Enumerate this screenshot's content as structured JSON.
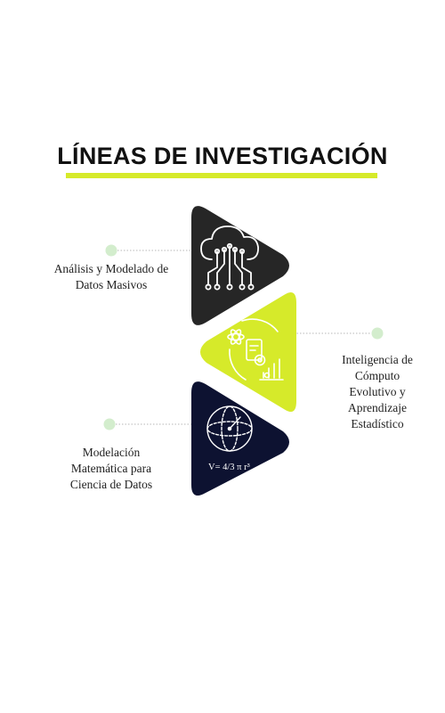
{
  "title": "LÍNEAS DE INVESTIGACIÓN",
  "colors": {
    "accent": "#d6ea2a",
    "dark": "#262626",
    "navy": "#0d1231",
    "dot": "#d3edcd",
    "line": "#b7b7b7",
    "text": "#222222"
  },
  "items": [
    {
      "label": "Análisis y Modelado de Datos Masivos",
      "icon": "cloud-network-icon",
      "color": "#262626"
    },
    {
      "label": "Inteligencia de Cómputo Evolutivo y Aprendizaje Estadístico",
      "icon": "science-analytics-icon",
      "color": "#d6ea2a"
    },
    {
      "label": "Modelación Matemática para Ciencia de Datos",
      "icon": "sphere-formula-icon",
      "color": "#0d1231"
    }
  ],
  "formula": "V= 4/3 π r³"
}
